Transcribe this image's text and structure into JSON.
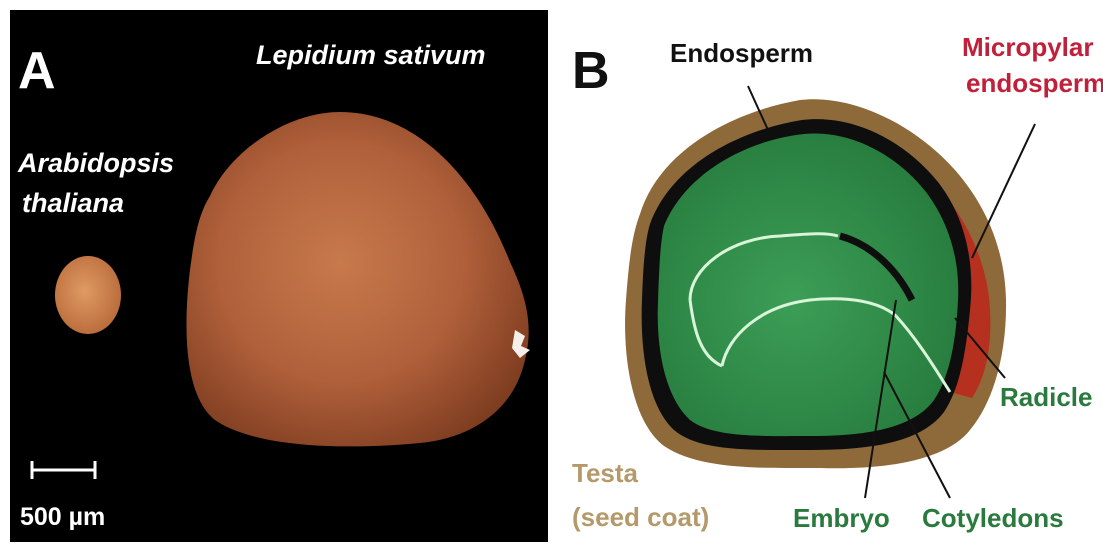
{
  "panel_a": {
    "letter": "A",
    "species_small": [
      "Arabidopsis",
      "thaliana"
    ],
    "species_large": "Lepidium sativum",
    "scale_bar_label": "500 µm"
  },
  "panel_b": {
    "letter": "B",
    "labels": {
      "endosperm": "Endosperm",
      "micropylar": [
        "Micropylar",
        "endosperm"
      ],
      "radicle": "Radicle",
      "testa": [
        "Testa",
        "(seed coat)"
      ],
      "embryo": "Embryo",
      "cotyledons": "Cotyledons"
    }
  },
  "colors": {
    "panel_a_background": "#000000",
    "panel_b_background": "#ffffff",
    "seed_brown": "#b5643a",
    "testa_tan": "#8e6a3a",
    "embryo_green": "#2f8a47",
    "endosperm_black": "#0e0e0e",
    "micropylar_red": "#b6301f",
    "label_red": "#c0203a",
    "label_green": "#2a7a3e",
    "label_tan": "#b49a6a",
    "white_text": "#ffffff",
    "black_text": "#111111"
  }
}
